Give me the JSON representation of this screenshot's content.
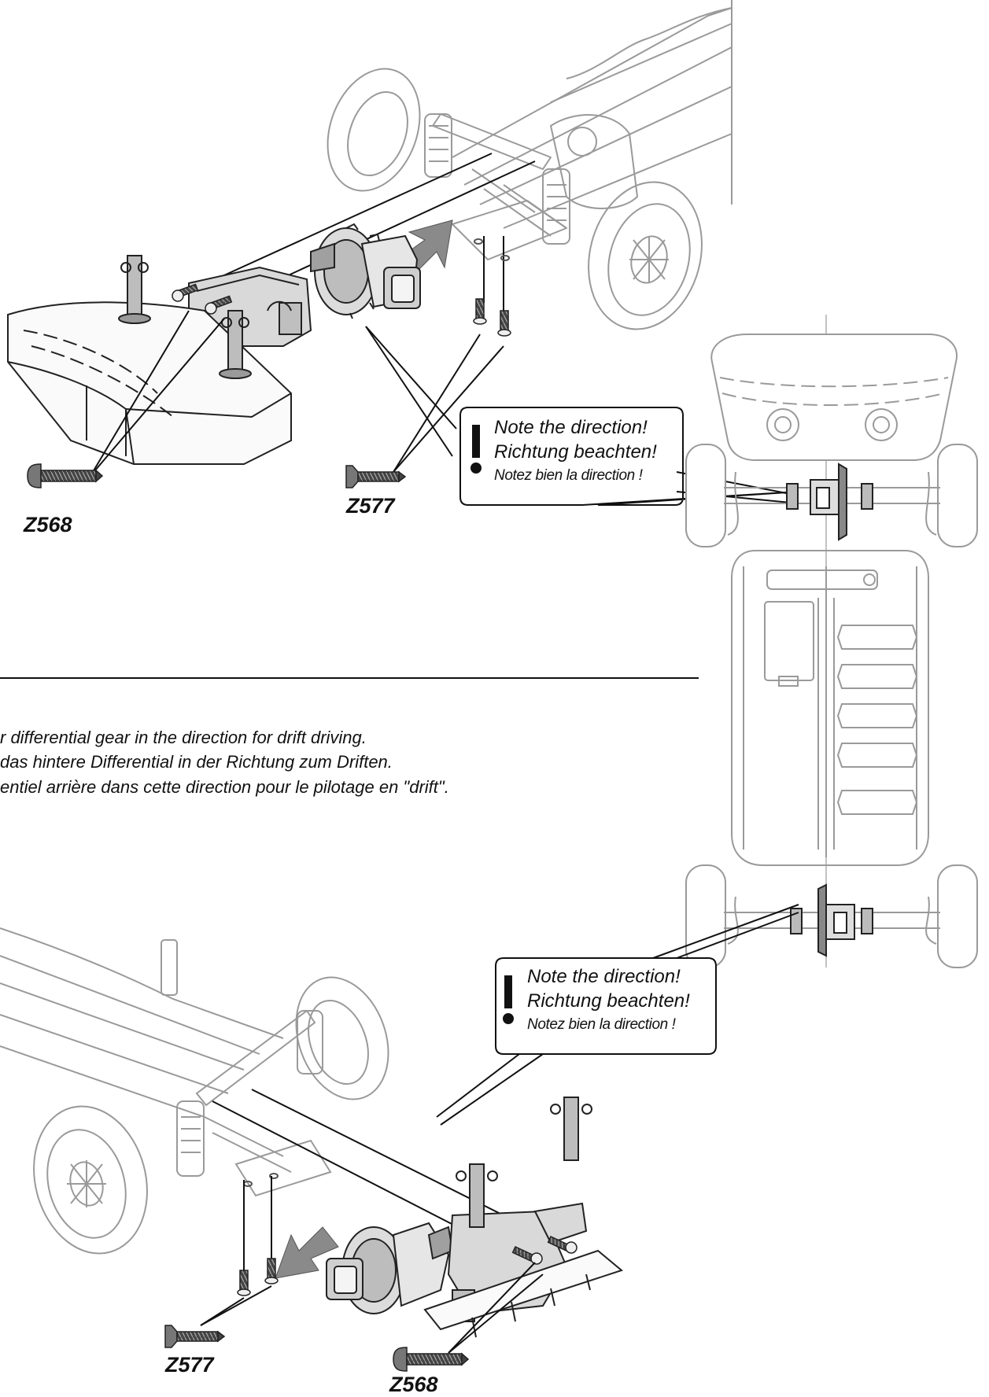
{
  "diagram": {
    "parts": {
      "screw_z568": "Z568",
      "screw_z577": "Z577"
    },
    "note": {
      "en": "Note the direction!",
      "de": "Richtung beachten!",
      "fr": "Notez bien la direction !"
    },
    "instructions": [
      "r differential gear in the direction for drift driving.",
      " das hintere Differential in der Richtung zum Driften.",
      "entiel arrière dans cette direction pour le pilotage en \"drift\"."
    ],
    "arrow_color": "#8a8a8a",
    "line_color": "#111111"
  }
}
